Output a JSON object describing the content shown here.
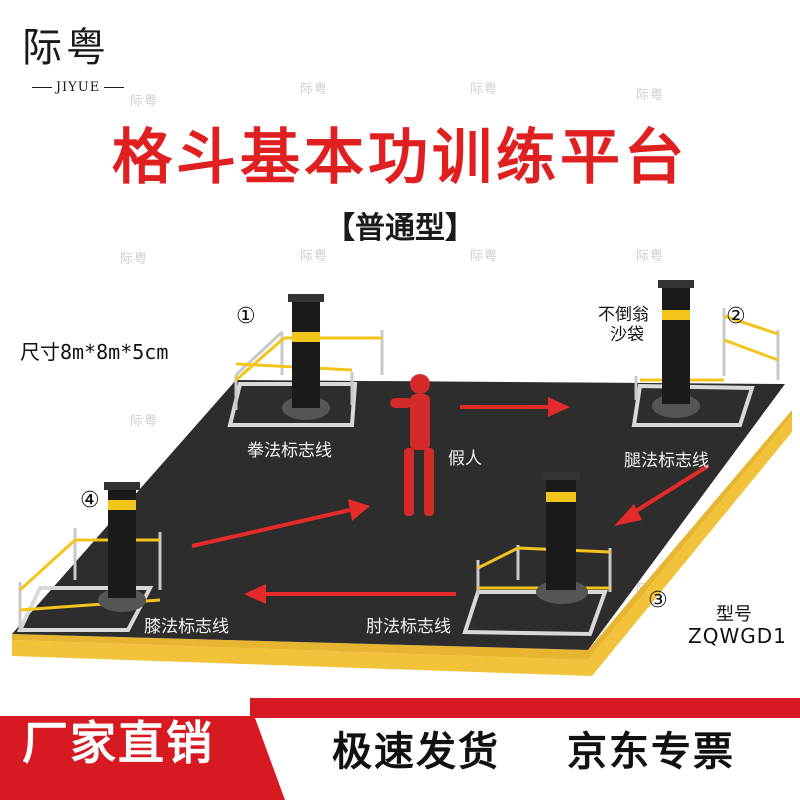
{
  "logo": {
    "cn": "际粤",
    "en": "JIYUE"
  },
  "title": "格斗基本功训练平台",
  "subtitle": "【普通型】",
  "size_label": "尺寸8m*8m*5cm",
  "stations": [
    {
      "number": "①",
      "label": "拳法标志线"
    },
    {
      "number": "②",
      "label": "腿法标志线"
    },
    {
      "number": "③",
      "label": "肘法标志线"
    },
    {
      "number": "④",
      "label": "膝法标志线"
    }
  ],
  "sandbag_label_line1": "不倒翁",
  "sandbag_label_line2": "沙袋",
  "dummy_label": "假人",
  "model": {
    "label": "型号",
    "code": "ZQWGD1"
  },
  "watermark": "际粤",
  "bottom": {
    "left": "厂家直销",
    "right1": "极速发货",
    "right2": "京东专票"
  },
  "colors": {
    "title_red": "#e02020",
    "mat": "#2d2d2d",
    "mat_edge": "#f2c33a",
    "arrow": "#e52a2a",
    "pad_yellow": "#f3c51a",
    "bar": "#d71a21"
  }
}
